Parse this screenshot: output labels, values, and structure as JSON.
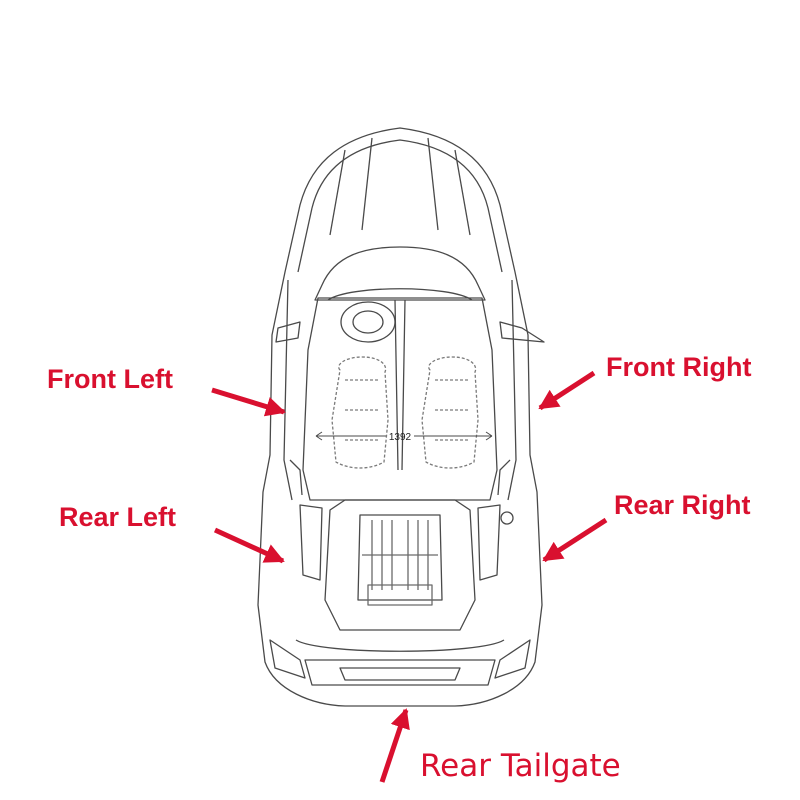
{
  "diagram": {
    "labels": {
      "front_left": "Front Left",
      "front_right": "Front Right",
      "rear_left": "Rear Left",
      "rear_right": "Rear Right",
      "rear_tailgate": "Rear Tailgate"
    },
    "dimension": "1392",
    "colors": {
      "label": "#d9102f",
      "arrow": "#d9102f",
      "line": "#4a4a4a",
      "dashed": "#7a7a7a"
    },
    "icons": {
      "car": "car-top-view-icon",
      "arrow": "arrow-icon"
    }
  }
}
